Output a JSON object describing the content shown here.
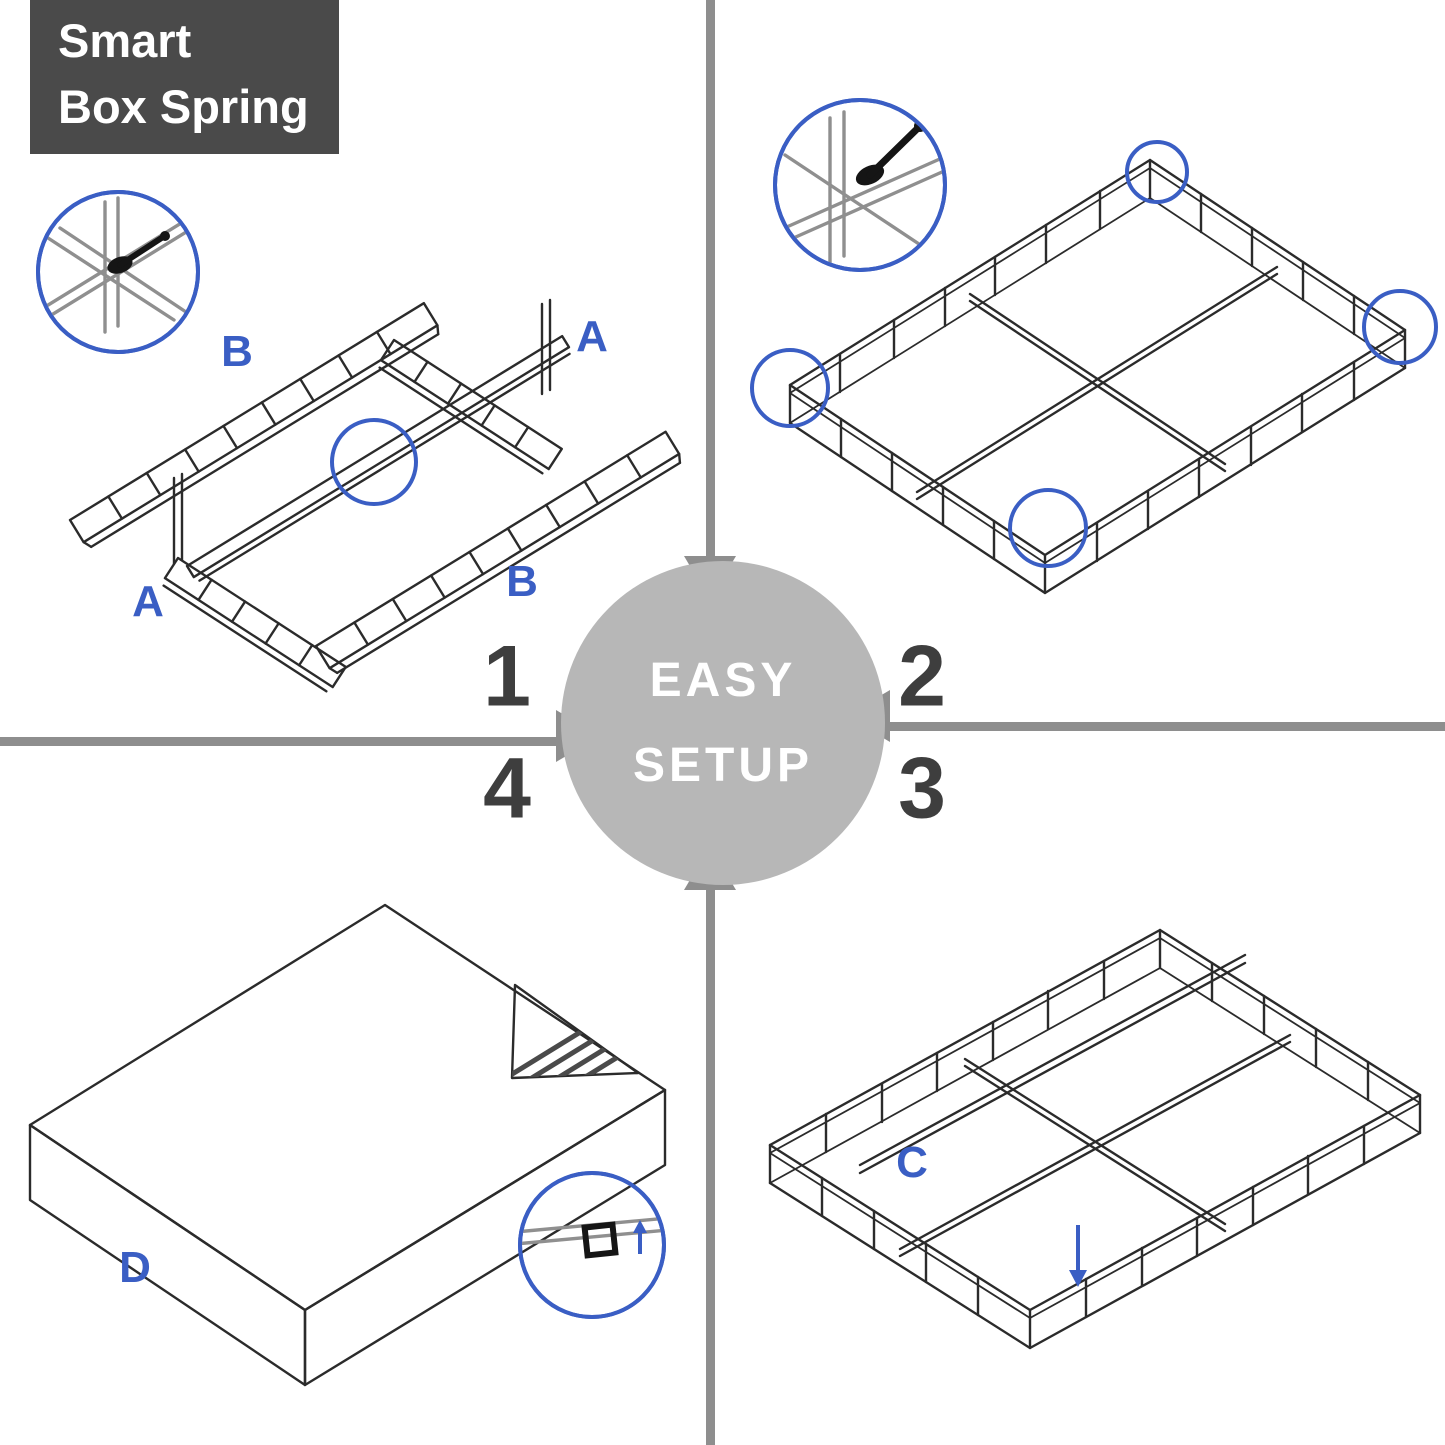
{
  "title": {
    "line1": "Smart",
    "line2": "Box Spring"
  },
  "center": {
    "top": "EASY",
    "bottom": "SETUP"
  },
  "steps": {
    "step1": "1",
    "step2": "2",
    "step3": "3",
    "step4": "4"
  },
  "labels": {
    "b_top": "B",
    "a_top": "A",
    "a_bottom": "A",
    "b_bottom": "B",
    "c": "C",
    "d": "D"
  },
  "colors": {
    "accent_blue": "#3a5ec4",
    "header_bg": "#4a4a4a",
    "hub_bg": "#b7b7b7",
    "divider": "#8e8e8e",
    "line": "#2b2b2b",
    "lavender": "#d5cbe4"
  }
}
